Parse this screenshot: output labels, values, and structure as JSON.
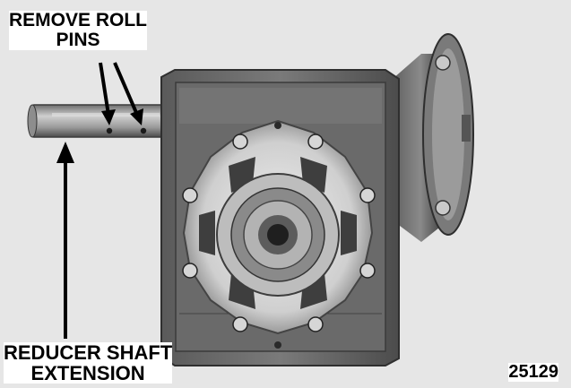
{
  "labels": {
    "top_line1": "REMOVE ROLL",
    "top_line2": "PINS",
    "bottom_line1": "REDUCER SHAFT",
    "bottom_line2": "EXTENSION",
    "figure_number": "25129"
  },
  "colors": {
    "background": "#ffffff",
    "photo_backdrop": "#e6e6e6",
    "housing": "#6f6f6f",
    "housing_shadow": "#3a3a3a",
    "flange_light": "#d8d8d8",
    "shaft": "#a9a9a9",
    "text": "#000000"
  }
}
